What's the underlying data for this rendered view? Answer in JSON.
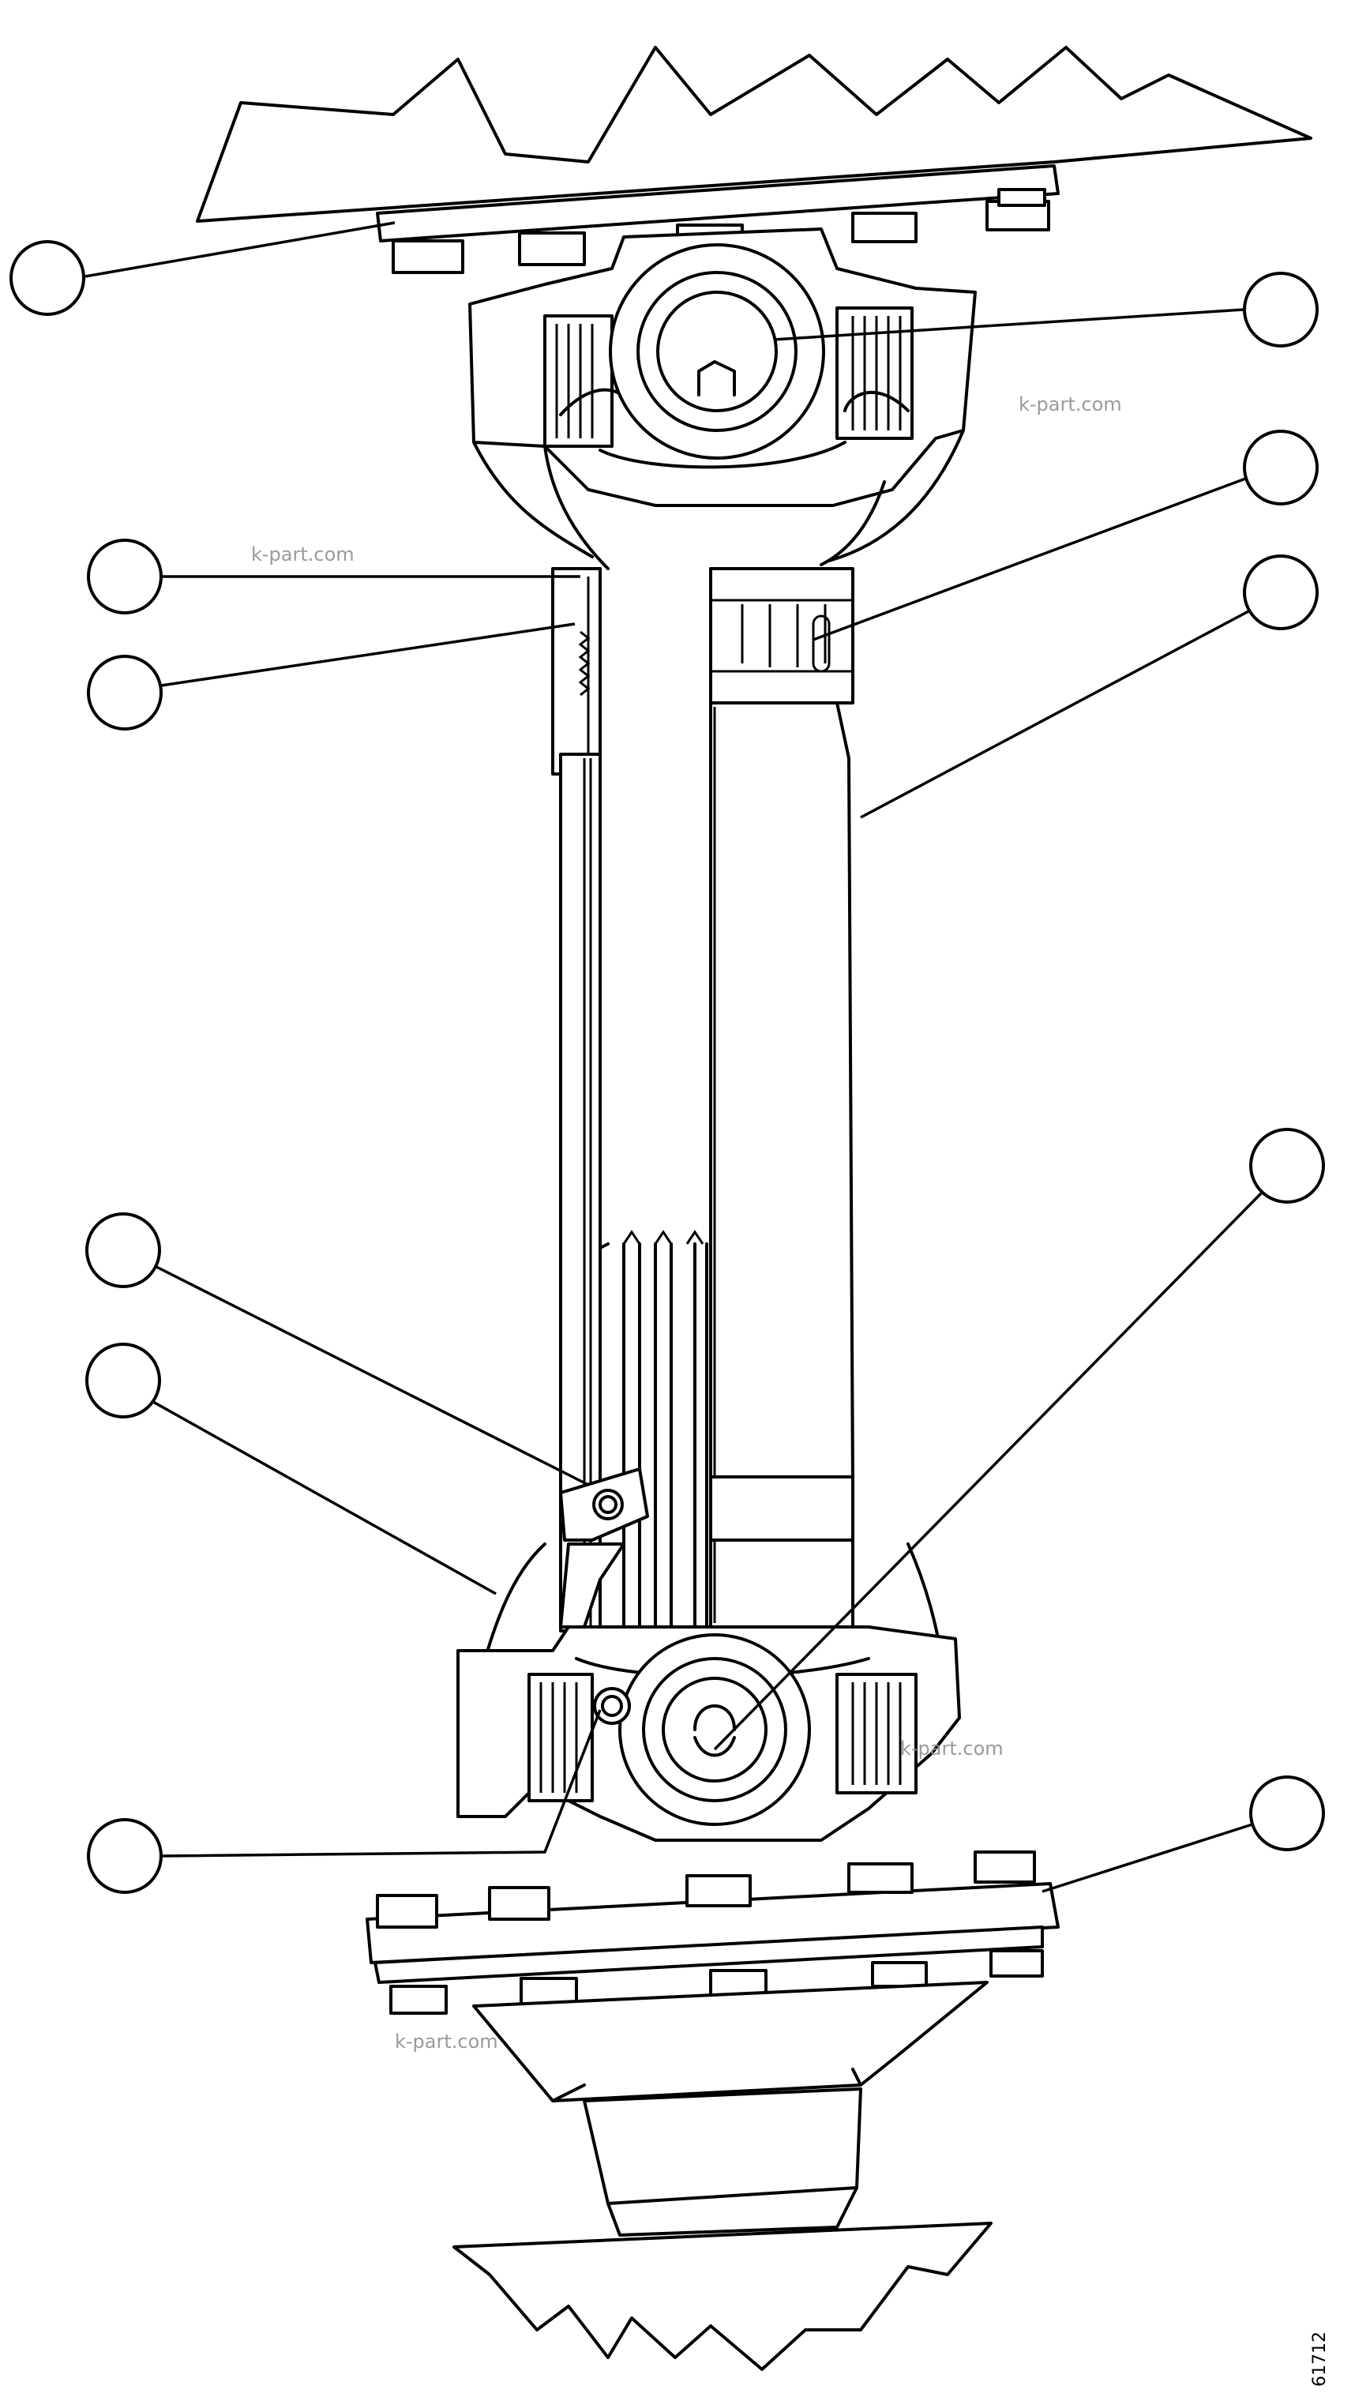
{
  "watermarks": [
    "k-part.com",
    "k-part.com",
    "k-part.com",
    "k-part.com"
  ],
  "figure_ref": "61712",
  "callouts": [
    {
      "id": "c1",
      "label": ""
    },
    {
      "id": "c2",
      "label": ""
    },
    {
      "id": "c3",
      "label": ""
    },
    {
      "id": "c4",
      "label": ""
    },
    {
      "id": "c5",
      "label": ""
    },
    {
      "id": "c6",
      "label": ""
    },
    {
      "id": "c7",
      "label": ""
    },
    {
      "id": "c8",
      "label": ""
    },
    {
      "id": "c9",
      "label": ""
    },
    {
      "id": "c10",
      "label": ""
    },
    {
      "id": "c11",
      "label": ""
    },
    {
      "id": "c12",
      "label": ""
    }
  ]
}
